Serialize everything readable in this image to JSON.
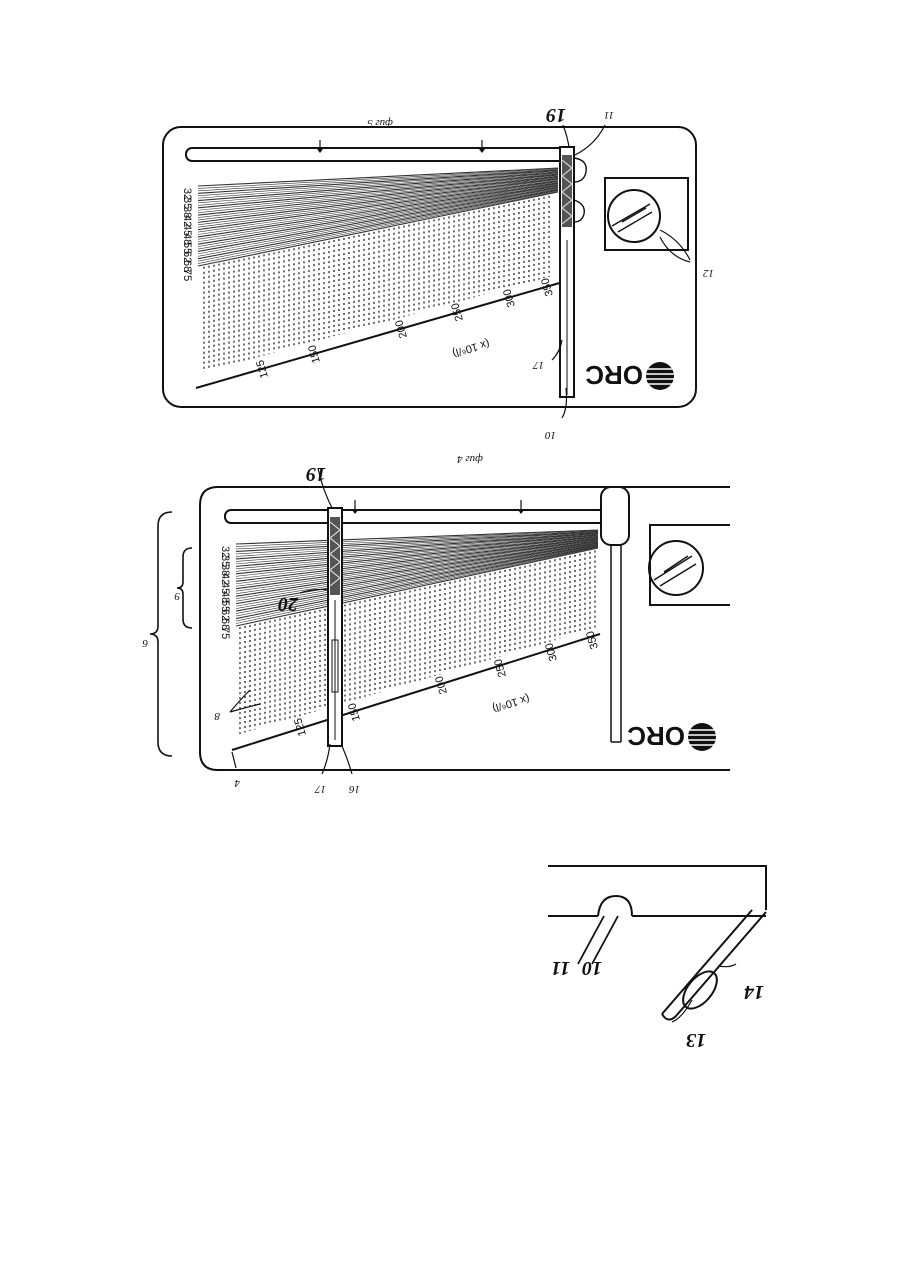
{
  "figure5": {
    "caption": "фиг 5",
    "scale_label": "(x 10⁶/l)",
    "ticks": [
      "125",
      "150",
      "200",
      "250",
      "300",
      "350"
    ],
    "row_labels": [
      "32",
      "35",
      "38",
      "42",
      "45",
      "48",
      "55",
      "62",
      "68",
      "75"
    ],
    "logo": "ORC",
    "refs": [
      "19",
      "11",
      "12",
      "10",
      "17"
    ]
  },
  "figure4": {
    "caption": "фиг 4",
    "scale_label": "(x 10⁶/l)",
    "ticks": [
      "125",
      "150",
      "200",
      "250",
      "300",
      "350"
    ],
    "row_labels": [
      "32",
      "35",
      "38",
      "42",
      "45",
      "48",
      "55",
      "62",
      "68",
      "75"
    ],
    "logo": "ORC",
    "refs": [
      "19",
      "20",
      "8",
      "9",
      "6",
      "4",
      "17",
      "16"
    ]
  },
  "detail": {
    "refs": [
      "11",
      "10",
      "14",
      "13"
    ]
  }
}
